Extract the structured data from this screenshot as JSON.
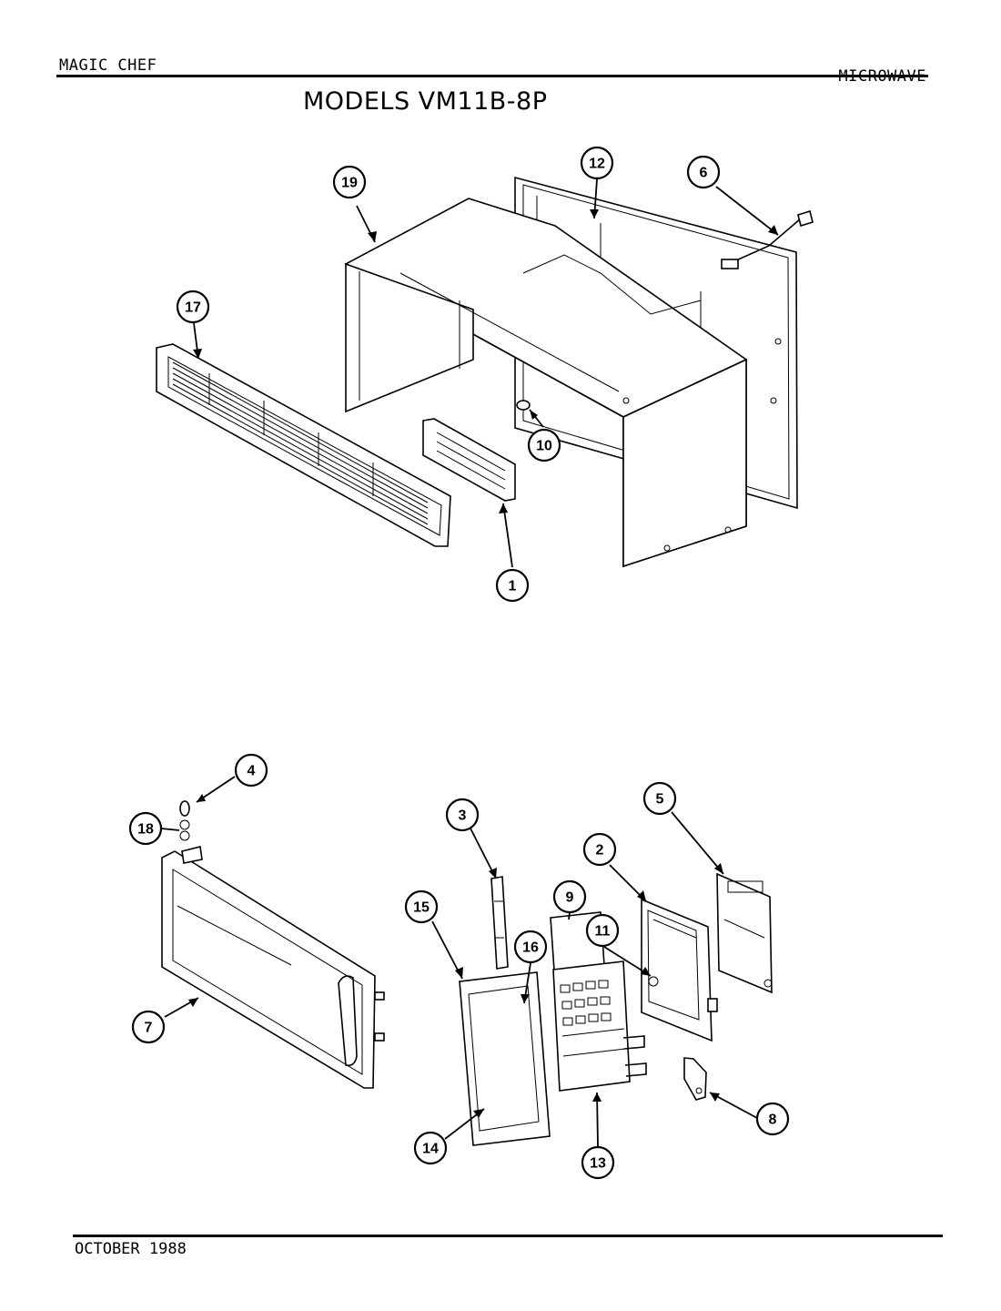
{
  "header": {
    "brand": "MAGIC CHEF",
    "category": "MICROWAVE",
    "title": "MODELS VM11B-8P"
  },
  "footer": {
    "date": "OCTOBER 1988"
  },
  "callouts": [
    "19",
    "12",
    "6",
    "17",
    "10",
    "1",
    "4",
    "18",
    "3",
    "5",
    "2",
    "15",
    "16",
    "9",
    "11",
    "7",
    "8",
    "14",
    "13"
  ]
}
